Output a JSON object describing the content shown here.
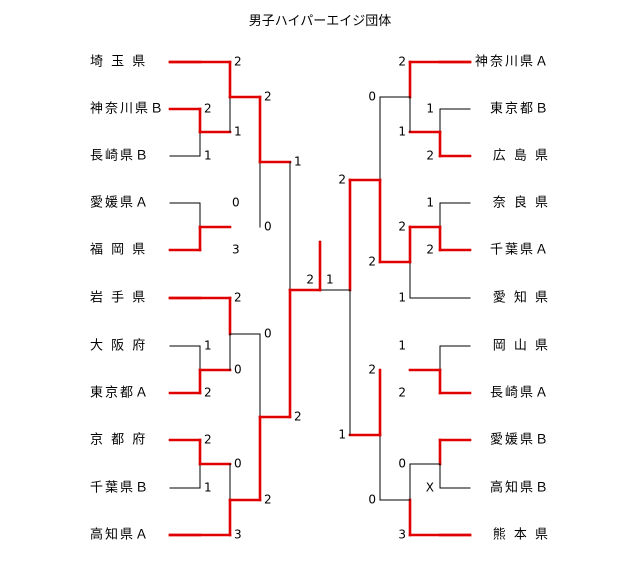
{
  "title": "男子ハイパーエイジ団体",
  "colors": {
    "winner": "#e00000",
    "line": "#000000"
  },
  "left": {
    "teams": [
      "埼 玉 県",
      "神奈川県Ｂ",
      "長崎県Ｂ",
      "愛媛県Ａ",
      "福 岡 県",
      "岩 手 県",
      "大 阪 府",
      "東京都Ａ",
      "京 都 府",
      "千葉県Ｂ",
      "高知県Ａ"
    ],
    "r1": [
      {
        "match": "神奈川県Ｂ-長崎県Ｂ",
        "scores": [
          "2",
          "1"
        ],
        "winner": 0
      },
      {
        "match": "愛媛県Ａ-福岡県",
        "scores": [
          "0",
          "3"
        ],
        "winner": 1
      },
      {
        "match": "大阪府-東京都Ａ",
        "scores": [
          "1",
          "2"
        ],
        "winner": 1
      },
      {
        "match": "京都府-千葉県Ｂ",
        "scores": [
          "2",
          "1"
        ],
        "winner": 0
      }
    ],
    "r2": [
      {
        "match": "埼玉県-神奈川県Ｂ",
        "scores": [
          "2",
          "1"
        ],
        "winner": 0
      },
      {
        "match": "岩手県-東京都Ａ",
        "scores": [
          "2",
          "0"
        ],
        "winner": 0
      },
      {
        "match": "京都府-高知県Ａ",
        "scores": [
          "0",
          "3"
        ],
        "winner": 1
      }
    ],
    "r3": [
      {
        "match": "埼玉県-福岡県",
        "scores": [
          "2",
          "0"
        ],
        "winner": 0
      },
      {
        "match": "岩手県-高知県Ａ",
        "scores": [
          "0",
          "2"
        ],
        "winner": 1
      }
    ],
    "semi": {
      "scores": [
        "1",
        "2"
      ],
      "winner": 1
    }
  },
  "right": {
    "teams": [
      "神奈川県Ａ",
      "東京都Ｂ",
      "広 島 県",
      "奈 良 県",
      "千葉県Ａ",
      "愛 知 県",
      "岡 山 県",
      "長崎県Ａ",
      "愛媛県Ｂ",
      "高知県Ｂ",
      "熊 本 県"
    ],
    "r1": [
      {
        "match": "東京都Ｂ-広島県",
        "scores": [
          "1",
          "2"
        ],
        "winner": 1
      },
      {
        "match": "奈良県-千葉県Ａ",
        "scores": [
          "1",
          "2"
        ],
        "winner": 1
      },
      {
        "match": "岡山県-長崎県Ａ",
        "scores": [
          "1",
          "2"
        ],
        "winner": 1
      },
      {
        "match": "愛媛県Ｂ-高知県Ｂ",
        "scores": [
          "",
          "X"
        ],
        "winner": 0
      }
    ],
    "r2": [
      {
        "match": "神奈川県Ａ-広島県",
        "scores": [
          "2",
          "1"
        ],
        "winner": 0
      },
      {
        "match": "千葉県Ａ-愛知県",
        "scores": [
          "2",
          "1"
        ],
        "winner": 0
      },
      {
        "match": "愛媛県Ｂ-熊本県",
        "scores": [
          "0",
          "3"
        ],
        "winner": 1
      }
    ],
    "r3": [
      {
        "match": "神奈川県Ａ-千葉県Ａ",
        "scores": [
          "0",
          "2"
        ],
        "winner": 1
      },
      {
        "match": "長崎県Ａ-熊本県",
        "scores": [
          "2",
          "0"
        ],
        "winner": 0
      }
    ],
    "semi": {
      "scores": [
        "2",
        "1"
      ],
      "winner": 0
    }
  },
  "final": {
    "scores": [
      "2",
      "1"
    ],
    "winner": 0
  }
}
